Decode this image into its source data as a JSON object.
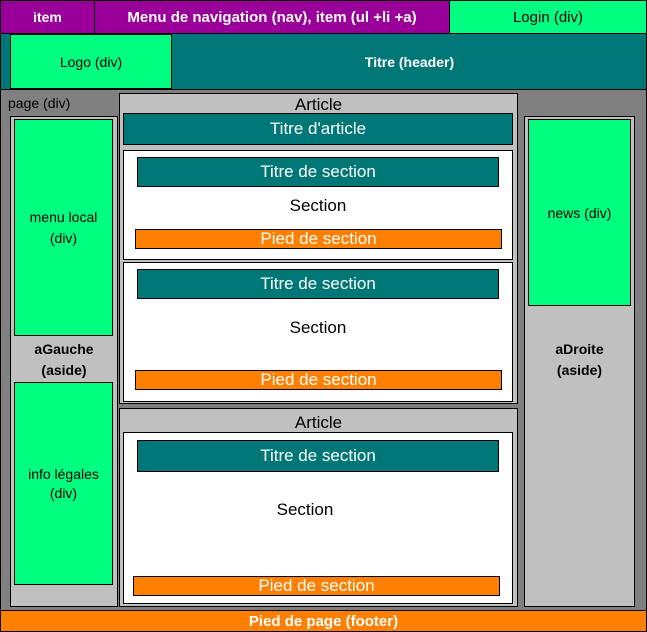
{
  "nav": {
    "item_label": "item",
    "menu_label": "Menu de navigation (nav), item (ul +li +a)",
    "login_label": "Login (div)"
  },
  "header": {
    "logo_label": "Logo (div)",
    "title_label": "Titre (header)"
  },
  "page": {
    "label": "page (div)"
  },
  "left_aside": {
    "menu_local_label": "menu local\n(div)",
    "aside_label": "aGauche\n(aside)",
    "info_label": "info légales\n(div)"
  },
  "right_aside": {
    "news_label": "news (div)",
    "aside_label": "aDroite\n(aside)"
  },
  "article1": {
    "label": "Article",
    "title_label": "Titre d'article",
    "sections": [
      {
        "title": "Titre de section",
        "body": "Section",
        "footer": "Pied de section"
      },
      {
        "title": "Titre de section",
        "body": "Section",
        "footer": "Pied de section"
      }
    ]
  },
  "article2": {
    "label": "Article",
    "sections": [
      {
        "title": "Titre de section",
        "body": "Section",
        "footer": "Pied de section"
      }
    ]
  },
  "footer": {
    "label": "Pied de page (footer)"
  },
  "colors": {
    "nav_purple": "#990099",
    "green": "#00ff80",
    "teal": "#007777",
    "orange": "#ff8000",
    "page_gray": "#808080",
    "aside_gray": "#c0c0c0"
  }
}
